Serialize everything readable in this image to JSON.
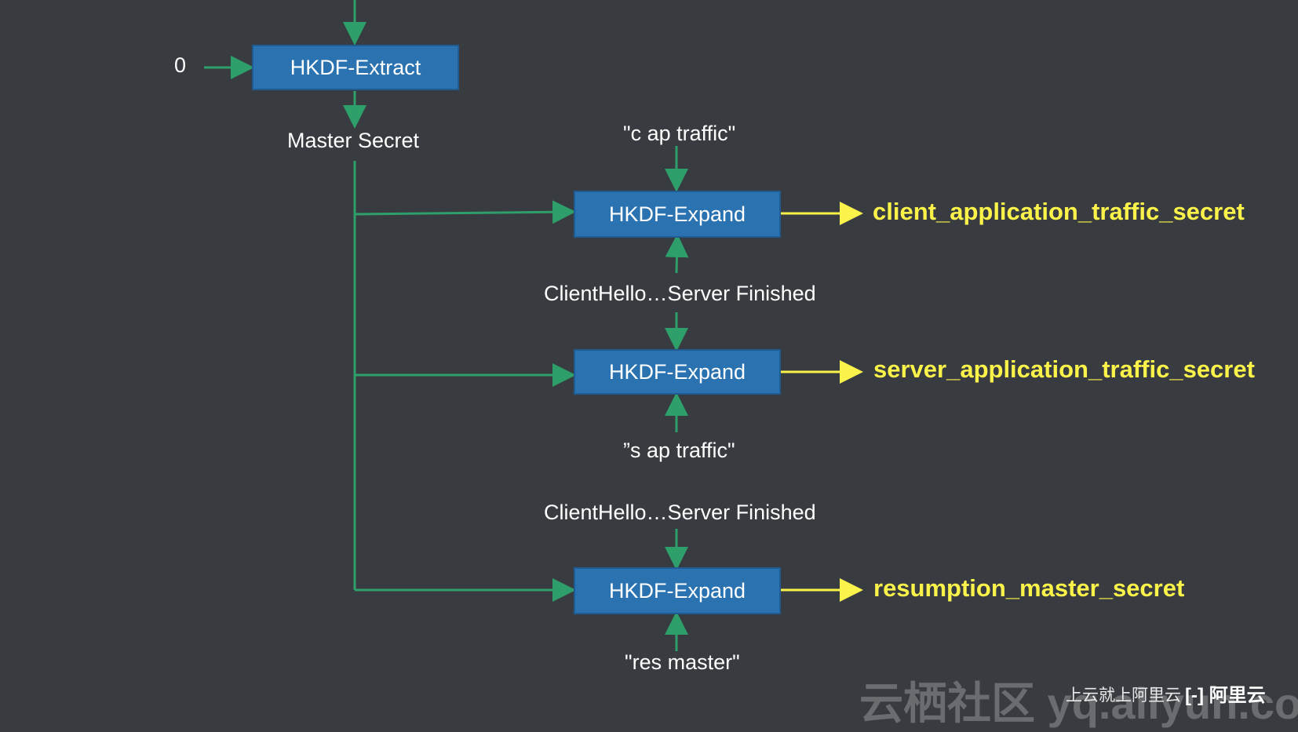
{
  "diagram": {
    "input_zero": "0",
    "extract_label": "HKDF-Extract",
    "master_secret": "Master Secret",
    "expand_label": "HKDF-Expand",
    "c_ap_traffic": "\"c ap traffic\"",
    "handshake_context_1": "ClientHello…Server Finished",
    "s_ap_traffic": "”s ap traffic\"",
    "handshake_context_2": "ClientHello…Server Finished",
    "res_master": "\"res master\"",
    "outputs": {
      "client": "client_application_traffic_secret",
      "server": "server_application_traffic_secret",
      "resumption": "resumption_master_secret"
    },
    "colors": {
      "background": "#383c40",
      "box_fill": "#2a73b0",
      "arrow_green": "#2e9e6a",
      "arrow_yellow": "#fbf34a",
      "output_text": "#fbf34a"
    }
  },
  "watermark": {
    "big": "云栖社区 yq.aliyun.com",
    "small": "上云就上阿里云 |",
    "logo": "[-] 阿里云"
  }
}
